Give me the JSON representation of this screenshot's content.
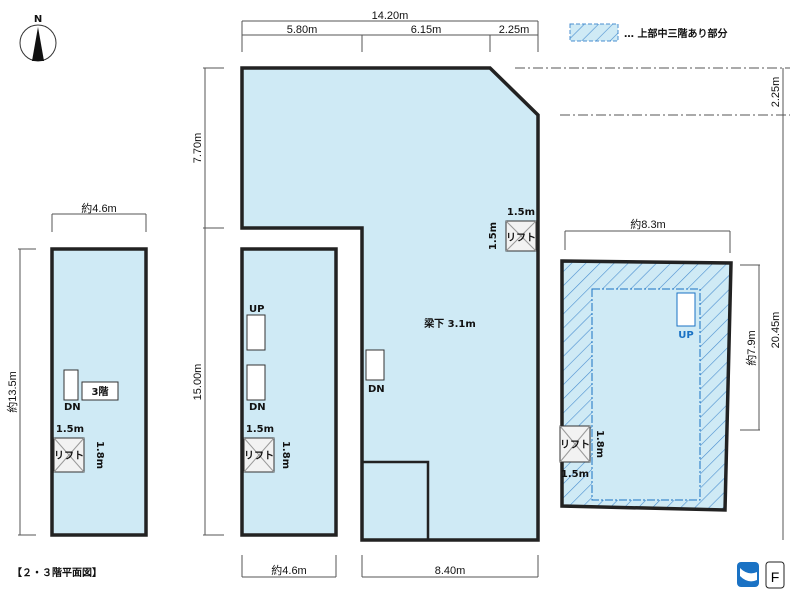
{
  "compass": {
    "label": "N"
  },
  "legend": {
    "label": "… 上部中三階あり部分"
  },
  "title": "【２・３階平面図】",
  "dimensions": {
    "total_width": "14.20m",
    "seg1": "5.80m",
    "seg2": "6.15m",
    "seg3": "2.25m",
    "left_upper": "7.70m",
    "left_lower": "15.00m",
    "right_top": "2.25m",
    "right_total": "20.45m",
    "left_bldg_width": "約4.6m",
    "left_bldg_height": "約13.5m",
    "right_bldg_width": "約8.3m",
    "right_bldg_height": "約7.9m",
    "bottom_mid": "約4.6m",
    "bottom_main": "8.40m"
  },
  "rooms": {
    "floor3_label": "3階",
    "main_label": "梁下 3.1m",
    "lift": "リフト",
    "lift_w": "1.5m",
    "lift_h": "1.8m",
    "lift_main_h": "1.5m",
    "up": "UP",
    "dn": "DN"
  },
  "colors": {
    "floor": "#cfeaf5",
    "hatch": "#4a8fd0",
    "accent": "#1a72c4"
  }
}
